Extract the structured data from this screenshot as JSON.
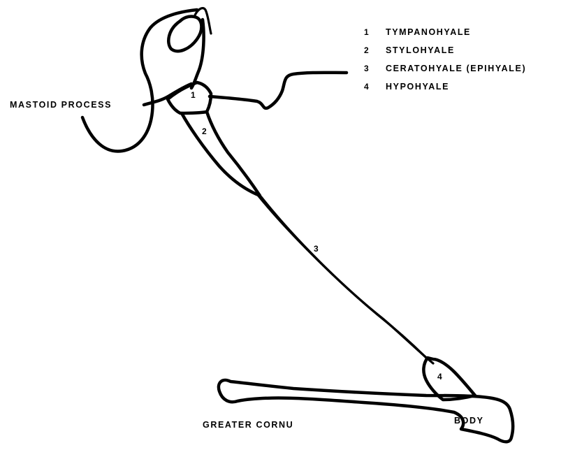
{
  "legend": [
    {
      "number": "1",
      "name": "TYMPANOHYALE"
    },
    {
      "number": "2",
      "name": "STYLOHYALE"
    },
    {
      "number": "3",
      "name": "CERATOHYALE (EPIHYALE)"
    },
    {
      "number": "4",
      "name": "HYPOHYALE"
    }
  ],
  "labels": {
    "mastoid_process": "MASTOID PROCESS",
    "greater_cornu": "GREATER CORNU",
    "body": "BODY"
  },
  "part_numbers": {
    "tympanohyale": "1",
    "stylohyale": "2",
    "ceratohyale": "3",
    "hypohyale": "4"
  }
}
